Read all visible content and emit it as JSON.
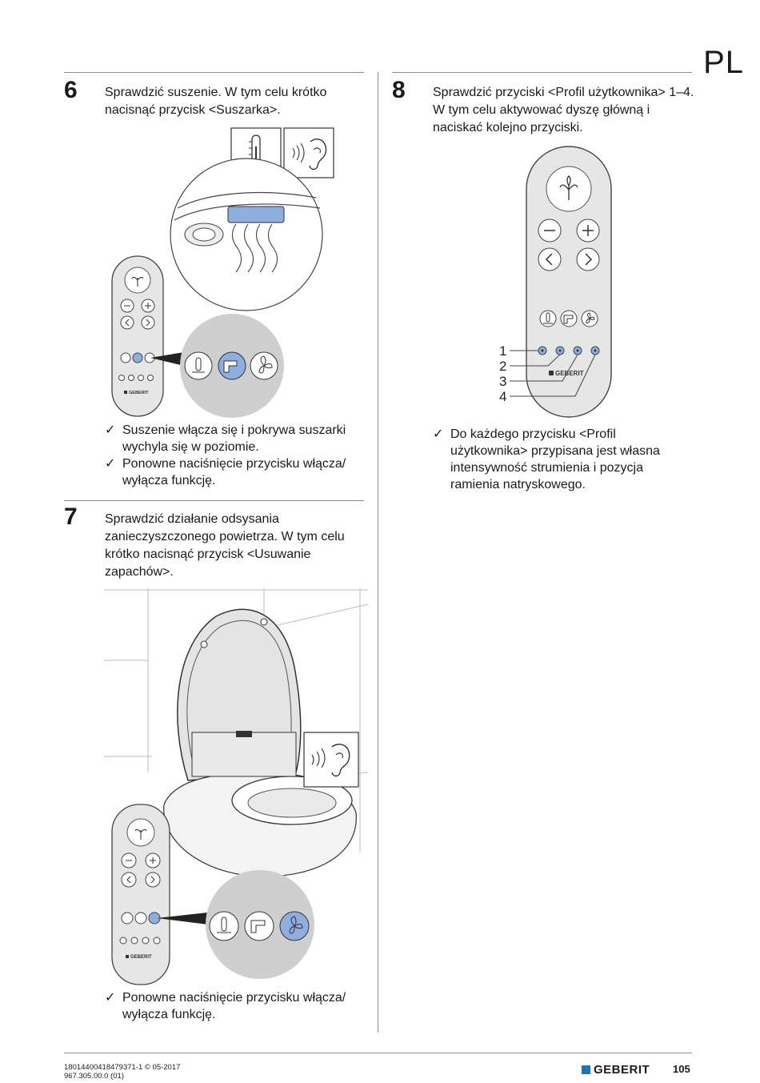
{
  "header": {
    "language": "PL"
  },
  "step6": {
    "number": "6",
    "text_lines": [
      "Sprawdzić suszenie. W tym celu krótko",
      "nacisnąć przycisk <Suszarka>."
    ],
    "checks": [
      [
        "Suszenie włącza się i pokrywa suszarki",
        "wychyla się w poziomie."
      ],
      [
        "Ponowne naciśnięcie przycisku włącza/",
        "wyłącza funkcję."
      ]
    ]
  },
  "step7": {
    "number": "7",
    "text_lines": [
      "Sprawdzić działanie odsysania",
      "zanieczyszczonego powietrza. W tym celu",
      "krótko nacisnąć przycisk <Usuwanie",
      "zapachów>."
    ],
    "checks": [
      [
        "Ponowne naciśnięcie przycisku włącza/",
        "wyłącza funkcję."
      ]
    ]
  },
  "step8": {
    "number": "8",
    "text_lines": [
      "Sprawdzić przyciski <Profil użytkownika> 1–4.",
      "W tym celu aktywować dyszę główną i",
      "naciskać kolejno przyciski."
    ],
    "callouts": [
      "1",
      "2",
      "3",
      "4"
    ],
    "checks": [
      [
        "Do każdego przycisku <Profil",
        "użytkownika> przypisana jest własna",
        "intensywność strumienia i pozycja",
        "ramienia natryskowego."
      ]
    ]
  },
  "remote": {
    "brand": "GEBERIT"
  },
  "icons": {
    "thermometer": "thermometer-icon",
    "ear": "ear-icon",
    "dryer": "dryer-icon",
    "fan": "fan-icon",
    "check": "check-mark-icon"
  },
  "colors": {
    "highlight": "#8faee0",
    "accent": "#1b75bb",
    "remote_body": "#e6e6e6",
    "callout_bg": "#cfcfcf"
  },
  "footer": {
    "doc_code": "18014400418479371-1 © 05-2017",
    "doc_number": "967.305.00.0 (01)",
    "brand": "GEBERIT",
    "page_number": "105"
  }
}
